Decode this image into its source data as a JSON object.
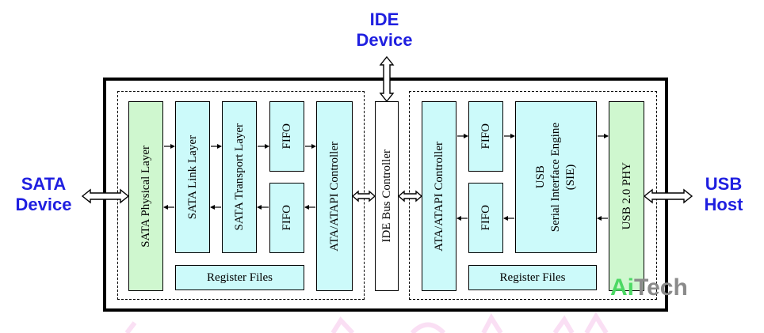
{
  "external": {
    "ide_device": [
      "IDE",
      "Device"
    ],
    "sata_device": [
      "SATA",
      "Device"
    ],
    "usb_host": [
      "USB",
      "Host"
    ]
  },
  "left_blocks": {
    "sata_physical_layer": "SATA Physical Layer",
    "sata_link_layer": "SATA Link Layer",
    "sata_transport_layer": "SATA Transport Layer",
    "fifo_top": "FIFO",
    "fifo_bottom": "FIFO",
    "ata_atapi_controller": "ATA/ATAPI Controller",
    "register_files": "Register Files"
  },
  "center": {
    "ide_bus_controller": "IDE Bus Controller"
  },
  "right_blocks": {
    "ata_atapi_controller": "ATA/ATAPI Controller",
    "fifo_top": "FIFO",
    "fifo_bottom": "FIFO",
    "usb_sie_line1": "USB",
    "usb_sie_line2": "Serial Interface Engine",
    "usb_sie_line3": "(SIE)",
    "usb_phy": "USB 2.0 PHY",
    "register_files": "Register Files"
  },
  "watermark": {
    "ai": "Ai",
    "tech": "Tech"
  },
  "colors": {
    "external_text": "#1f1fe0",
    "cyan_block": "#ccfafa",
    "green_block": "#cff7cf",
    "watermark_ai": "#4cd964",
    "watermark_tech": "#8a8a8a"
  }
}
